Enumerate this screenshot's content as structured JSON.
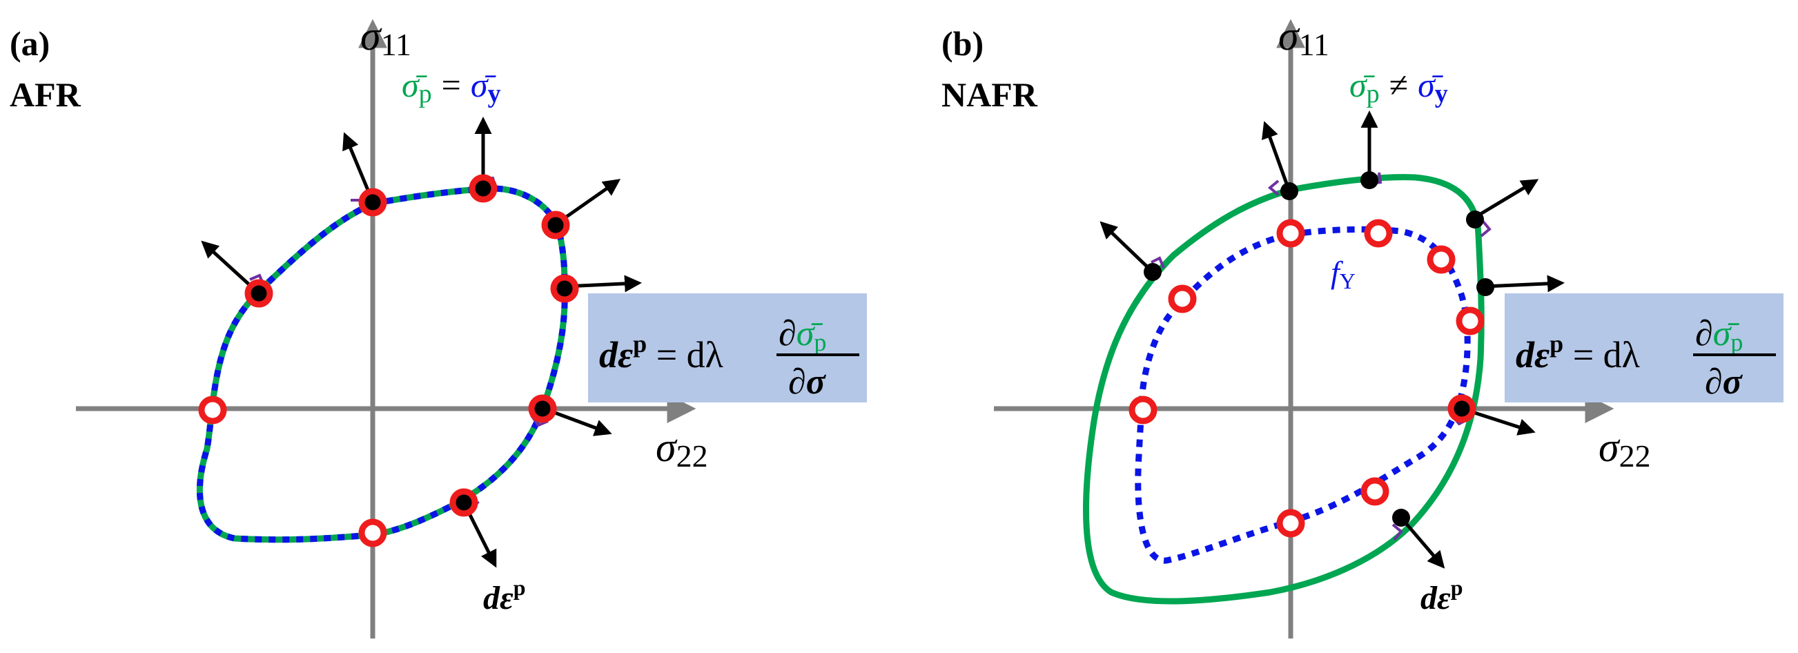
{
  "panels": [
    {
      "id": "a",
      "tag": "(a)",
      "name": "AFR",
      "axis_vertical": "σ",
      "axis_vertical_sub": "11",
      "axis_horizontal": "σ",
      "axis_horizontal_sub": "22",
      "top_eq": {
        "lhs_sub": "p",
        "rel": "=",
        "rhs_sub": "y"
      },
      "flow_rule": {
        "pre": "dε",
        "pre_sup": "p",
        "mid": " = dλ",
        "num": "∂σ̄",
        "num_sub": "p",
        "den": "∂σ"
      },
      "arrow_label": {
        "text": "dε",
        "sup": "p"
      }
    },
    {
      "id": "b",
      "tag": "(b)",
      "name": "NAFR",
      "axis_vertical": "σ",
      "axis_vertical_sub": "11",
      "axis_horizontal": "σ",
      "axis_horizontal_sub": "22",
      "top_eq": {
        "lhs_sub": "p",
        "rel": "≠",
        "rhs_sub": "y"
      },
      "yield_label": {
        "text": "f",
        "sub": "Y"
      },
      "flow_rule": {
        "pre": "dε",
        "pre_sup": "p",
        "mid": " = dλ",
        "num": "∂σ̄",
        "num_sub": "p",
        "den": "∂σ"
      },
      "arrow_label": {
        "text": "dε",
        "sup": "p"
      }
    }
  ],
  "colors": {
    "axis": "#808080",
    "green": "#00a651",
    "blue": "#0a14e6",
    "red": "#ee1c1c",
    "black": "#000000",
    "box": "#b4c7e7",
    "purple": "#7030a0"
  }
}
